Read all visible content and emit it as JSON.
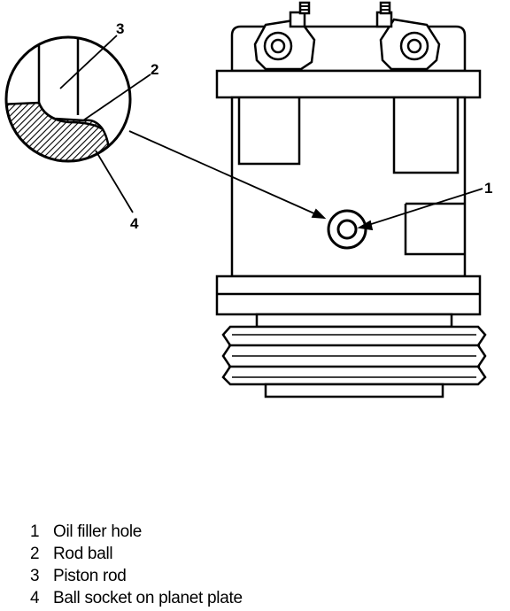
{
  "callouts": [
    {
      "number": "1",
      "target": "oil-filler-hole"
    },
    {
      "number": "2",
      "target": "rod-ball"
    },
    {
      "number": "3",
      "target": "piston-rod"
    },
    {
      "number": "4",
      "target": "ball-socket"
    }
  ],
  "legend": [
    {
      "number": "1",
      "label": "Oil filler hole"
    },
    {
      "number": "2",
      "label": "Rod ball"
    },
    {
      "number": "3",
      "label": "Piston rod"
    },
    {
      "number": "4",
      "label": "Ball socket on planet plate"
    }
  ],
  "colors": {
    "ink": "#000000",
    "paper": "#ffffff"
  }
}
